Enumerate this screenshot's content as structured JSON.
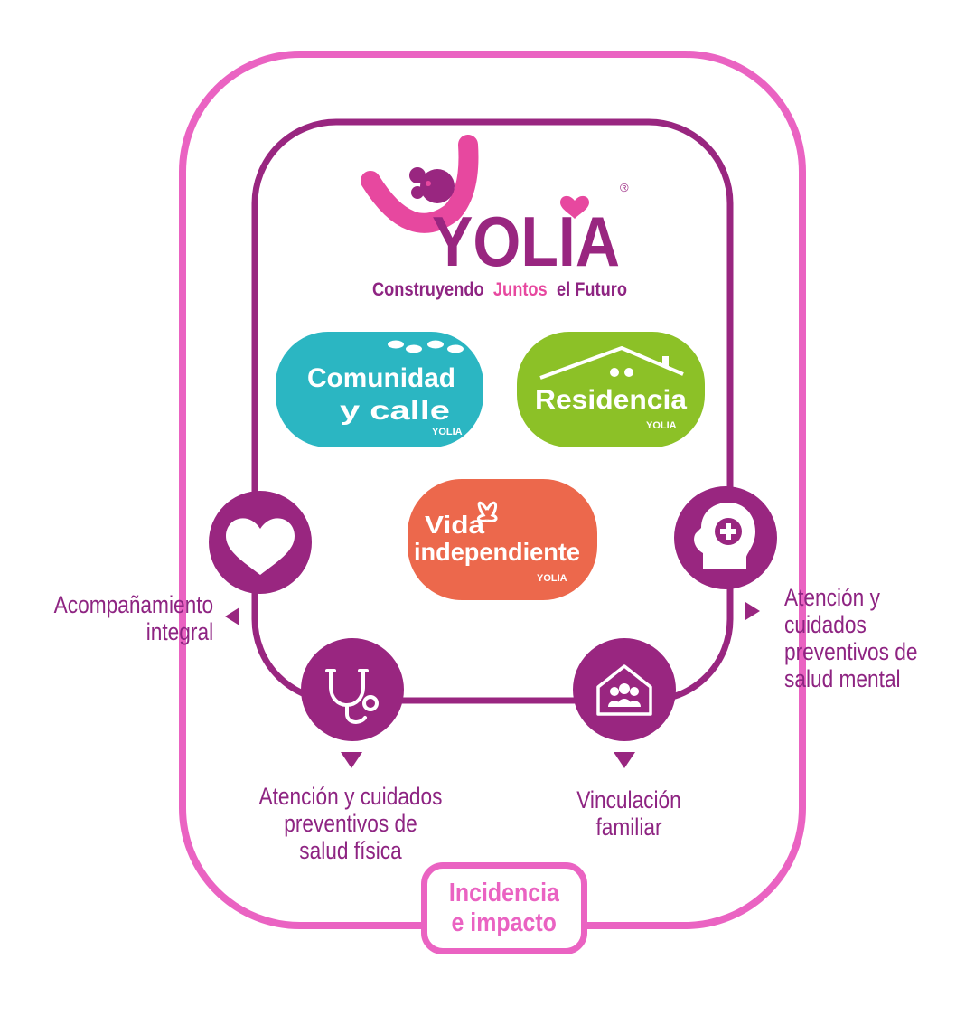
{
  "logo": {
    "wordmark": "YOLIA",
    "registered_mark": "®",
    "tagline": {
      "part1": "Construyendo",
      "part2": "Juntos",
      "part3": "el Futuro"
    }
  },
  "programs": {
    "comunidad": {
      "line1": "Comunidad",
      "line2": "y calle",
      "brand": "YOLIA"
    },
    "residencia": {
      "line1": "Residencia",
      "brand": "YOLIA"
    },
    "vida": {
      "line1": "Vida",
      "line2": "independiente",
      "brand": "YOLIA"
    }
  },
  "services": {
    "acompanamiento": {
      "line1": "Acompañamiento",
      "line2": "integral",
      "icon": "heart-icon"
    },
    "salud_fisica": {
      "line1": "Atención y cuidados",
      "line2": "preventivos de",
      "line3": "salud física",
      "icon": "stethoscope-icon"
    },
    "vinculacion": {
      "line1": "Vinculación",
      "line2": "familiar",
      "icon": "family-house-icon"
    },
    "salud_mental": {
      "line1": "Atención y",
      "line2": "cuidados",
      "line3": "preventivos de",
      "line4": "salud mental",
      "icon": "mental-health-icon"
    }
  },
  "impact": {
    "line1": "Incidencia",
    "line2": "e impacto"
  },
  "colors": {
    "outer_frame": "#ea63c2",
    "inner_frame": "#992680",
    "comunidad": "#2bb6c2",
    "residencia": "#8cc127",
    "vida": "#ec684c",
    "text_purple": "#8e2482",
    "pink": "#e7489f"
  }
}
